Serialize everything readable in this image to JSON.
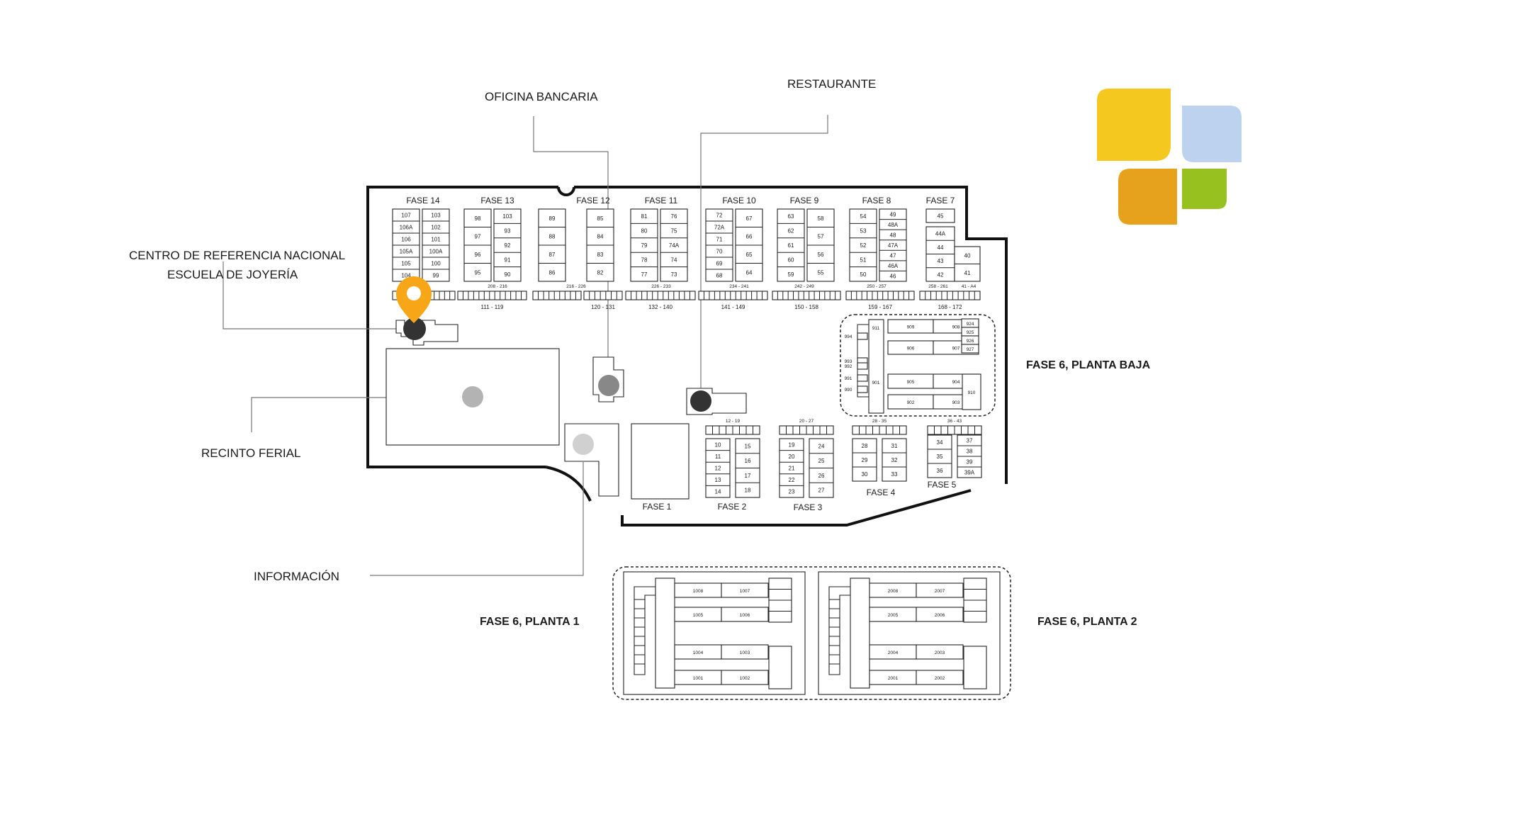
{
  "callouts": {
    "oficina_bancaria": "OFICINA BANCARIA",
    "restaurante": "RESTAURANTE",
    "centro_line1": "CENTRO DE REFERENCIA NACIONAL",
    "centro_line2": "ESCUELA DE JOYERÍA",
    "recinto_ferial": "RECINTO FERIAL",
    "informacion": "INFORMACIÓN"
  },
  "sections": {
    "fase6_baja": "FASE 6, PLANTA BAJA",
    "fase6_p1": "FASE 6, PLANTA 1",
    "fase6_p2": "FASE 6, PLANTA 2"
  },
  "phases": {
    "fase14": "FASE 14",
    "fase13": "FASE 13",
    "fase12": "FASE 12",
    "fase11": "FASE 11",
    "fase10": "FASE 10",
    "fase9": "FASE 9",
    "fase8": "FASE 8",
    "fase7": "FASE 7",
    "fase1": "FASE 1",
    "fase2": "FASE 2",
    "fase3": "FASE 3",
    "fase4": "FASE 4",
    "fase5": "FASE 5"
  },
  "parking_ranges": [
    "208 - 216",
    "111 - 119",
    "216 - 226",
    "120 - 131",
    "226 - 233",
    "132 - 140",
    "234 - 241",
    "141 - 149",
    "242 - 249",
    "150 - 158",
    "250 - 257",
    "159 - 167",
    "258 - 261",
    "168 - 172",
    "41 - A4",
    "12 - 19",
    "20 - 27",
    "28 - 35",
    "36 - 43"
  ],
  "lots": {
    "f14a": [
      "107",
      "106A",
      "106",
      "105A",
      "105",
      "104"
    ],
    "f14b": [
      "103",
      "102",
      "101",
      "100A",
      "100",
      "99"
    ],
    "f13a": [
      "98",
      "97",
      "96",
      "95"
    ],
    "f13b": [
      "103",
      "93",
      "92",
      "91",
      "90"
    ],
    "f12a": [
      "89",
      "88",
      "87",
      "86"
    ],
    "f12b": [
      "85",
      "84",
      "83",
      "82"
    ],
    "f11a": [
      "81",
      "80",
      "79",
      "78",
      "77"
    ],
    "f11b": [
      "76",
      "75",
      "74A",
      "74",
      "73"
    ],
    "f10a": [
      "72",
      "72A",
      "71",
      "70",
      "69",
      "68"
    ],
    "f10b": [
      "67",
      "66",
      "65",
      "64"
    ],
    "f9a": [
      "63",
      "62",
      "61",
      "60",
      "59"
    ],
    "f9b": [
      "58",
      "57",
      "56",
      "55"
    ],
    "f8a": [
      "54",
      "53",
      "52",
      "51",
      "50"
    ],
    "f8b": [
      "49",
      "48A",
      "48",
      "47A",
      "47",
      "46A",
      "46"
    ],
    "f7a": [
      "45"
    ],
    "f7b": [
      "44A",
      "44",
      "43",
      "42"
    ],
    "f7c": [
      "40",
      "41"
    ],
    "f2a": [
      "10",
      "11",
      "12",
      "13",
      "14"
    ],
    "f2b": [
      "15",
      "16",
      "17",
      "18"
    ],
    "f3a": [
      "19",
      "20",
      "21",
      "22",
      "23"
    ],
    "f3b": [
      "24",
      "25",
      "26",
      "27"
    ],
    "f4a": [
      "28",
      "29",
      "30"
    ],
    "f4b": [
      "31",
      "32",
      "33"
    ],
    "f5a": [
      "34",
      "35",
      "36"
    ],
    "f5b": [
      "37",
      "38",
      "39",
      "39A"
    ],
    "f6_pb": [
      "911",
      "909",
      "908",
      "906",
      "907",
      "901",
      "905",
      "904",
      "902",
      "903",
      "910",
      "924",
      "925",
      "926",
      "927",
      "994",
      "993",
      "992",
      "991",
      "990"
    ],
    "f6_p1": [
      "1008",
      "1007",
      "1005",
      "1006",
      "1004",
      "1003",
      "1001",
      "1002"
    ],
    "f6_p2": [
      "2008",
      "2007",
      "2005",
      "2006",
      "2004",
      "2003",
      "2001",
      "2002"
    ]
  },
  "markers": {
    "centro": "#F7A618",
    "dark": "#333333",
    "mid": "#888888",
    "light": "#b3b3b3",
    "lighter": "#d0d0d0"
  },
  "logo_colors": [
    "#F4C81E",
    "#BCD2EE",
    "#E6A21D",
    "#96C11F"
  ]
}
